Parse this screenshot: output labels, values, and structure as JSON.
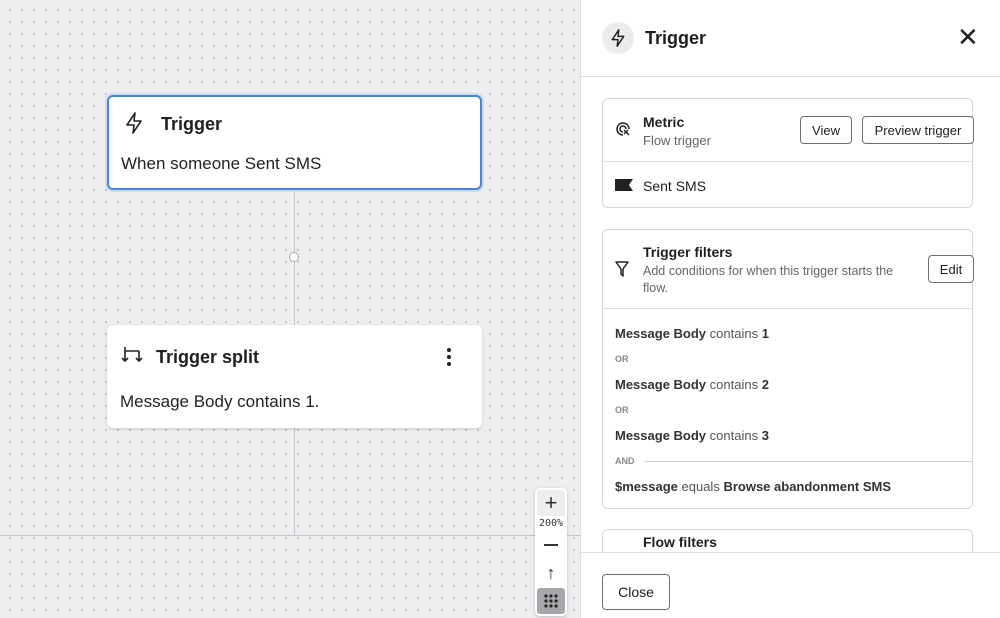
{
  "canvas": {
    "trigger_node": {
      "title": "Trigger",
      "body": "When someone Sent SMS"
    },
    "split_node": {
      "title": "Trigger split",
      "body": "Message Body contains 1."
    },
    "zoom_level": "200%"
  },
  "panel": {
    "title": "Trigger",
    "metric": {
      "title": "Metric",
      "subtitle": "Flow trigger",
      "view_label": "View",
      "preview_label": "Preview trigger",
      "metric_name": "Sent SMS"
    },
    "filters": {
      "title": "Trigger filters",
      "description": "Add conditions for when this trigger starts the flow.",
      "edit_label": "Edit",
      "conditions": [
        {
          "field": "Message Body",
          "operator": "contains",
          "value": "1"
        },
        {
          "join": "OR"
        },
        {
          "field": "Message Body",
          "operator": "contains",
          "value": "2"
        },
        {
          "join": "OR"
        },
        {
          "field": "Message Body",
          "operator": "contains",
          "value": "3"
        },
        {
          "join": "AND"
        },
        {
          "field": "$message",
          "operator": "equals",
          "value": "Browse abandonment SMS"
        }
      ]
    },
    "flow_filters": {
      "title": "Flow filters"
    },
    "close_label": "Close"
  },
  "colors": {
    "selected_border": "#4a86d4",
    "canvas_bg": "#eeeef0"
  }
}
